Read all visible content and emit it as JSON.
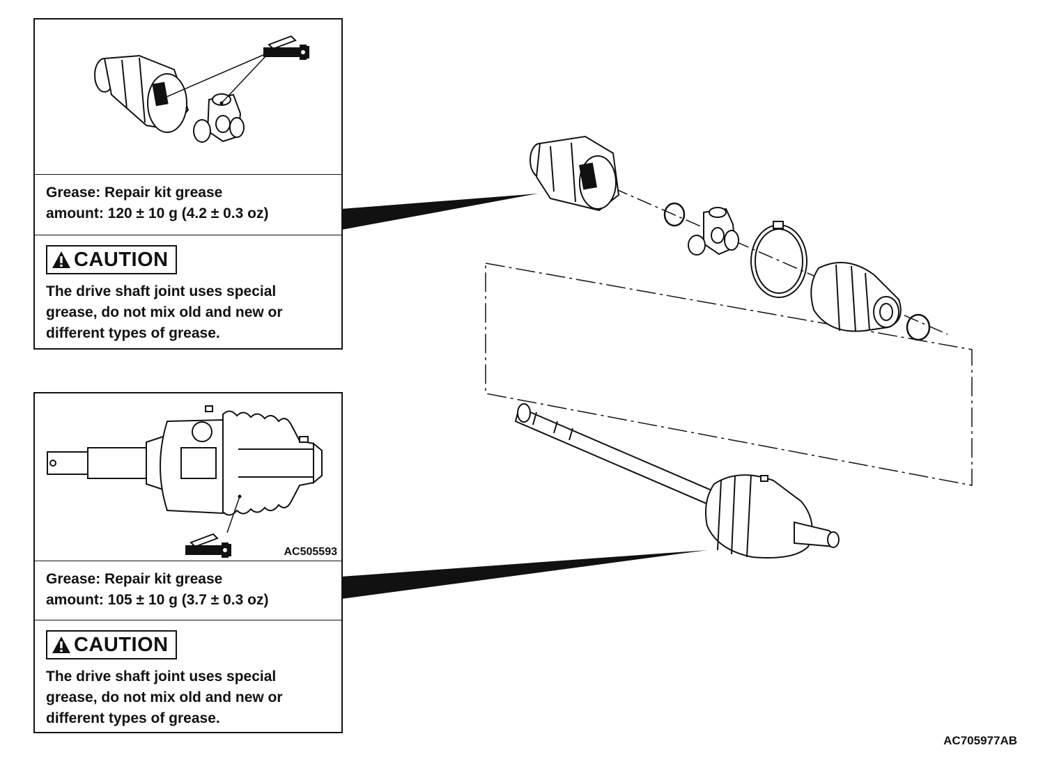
{
  "upper_panel": {
    "grease_line1": "Grease: Repair kit grease",
    "grease_line2": "amount: 120 ± 10 g (4.2 ± 0.3 oz)",
    "caution_label": "CAUTION",
    "caution_line1": "The drive shaft joint uses special",
    "caution_line2": "grease, do not mix old and new or",
    "caution_line3": "different types of grease."
  },
  "lower_panel": {
    "figure_code": "AC505593",
    "grease_line1": "Grease: Repair kit grease",
    "grease_line2": "amount: 105 ± 10 g (3.7 ± 0.3 oz)",
    "caution_label": "CAUTION",
    "caution_line1": "The drive shaft joint uses special",
    "caution_line2": "grease, do not mix old and new or",
    "caution_line3": "different types of grease."
  },
  "document_code": "AC705977AB",
  "icons": [
    "grease-gun-icon",
    "warning-triangle-icon"
  ]
}
